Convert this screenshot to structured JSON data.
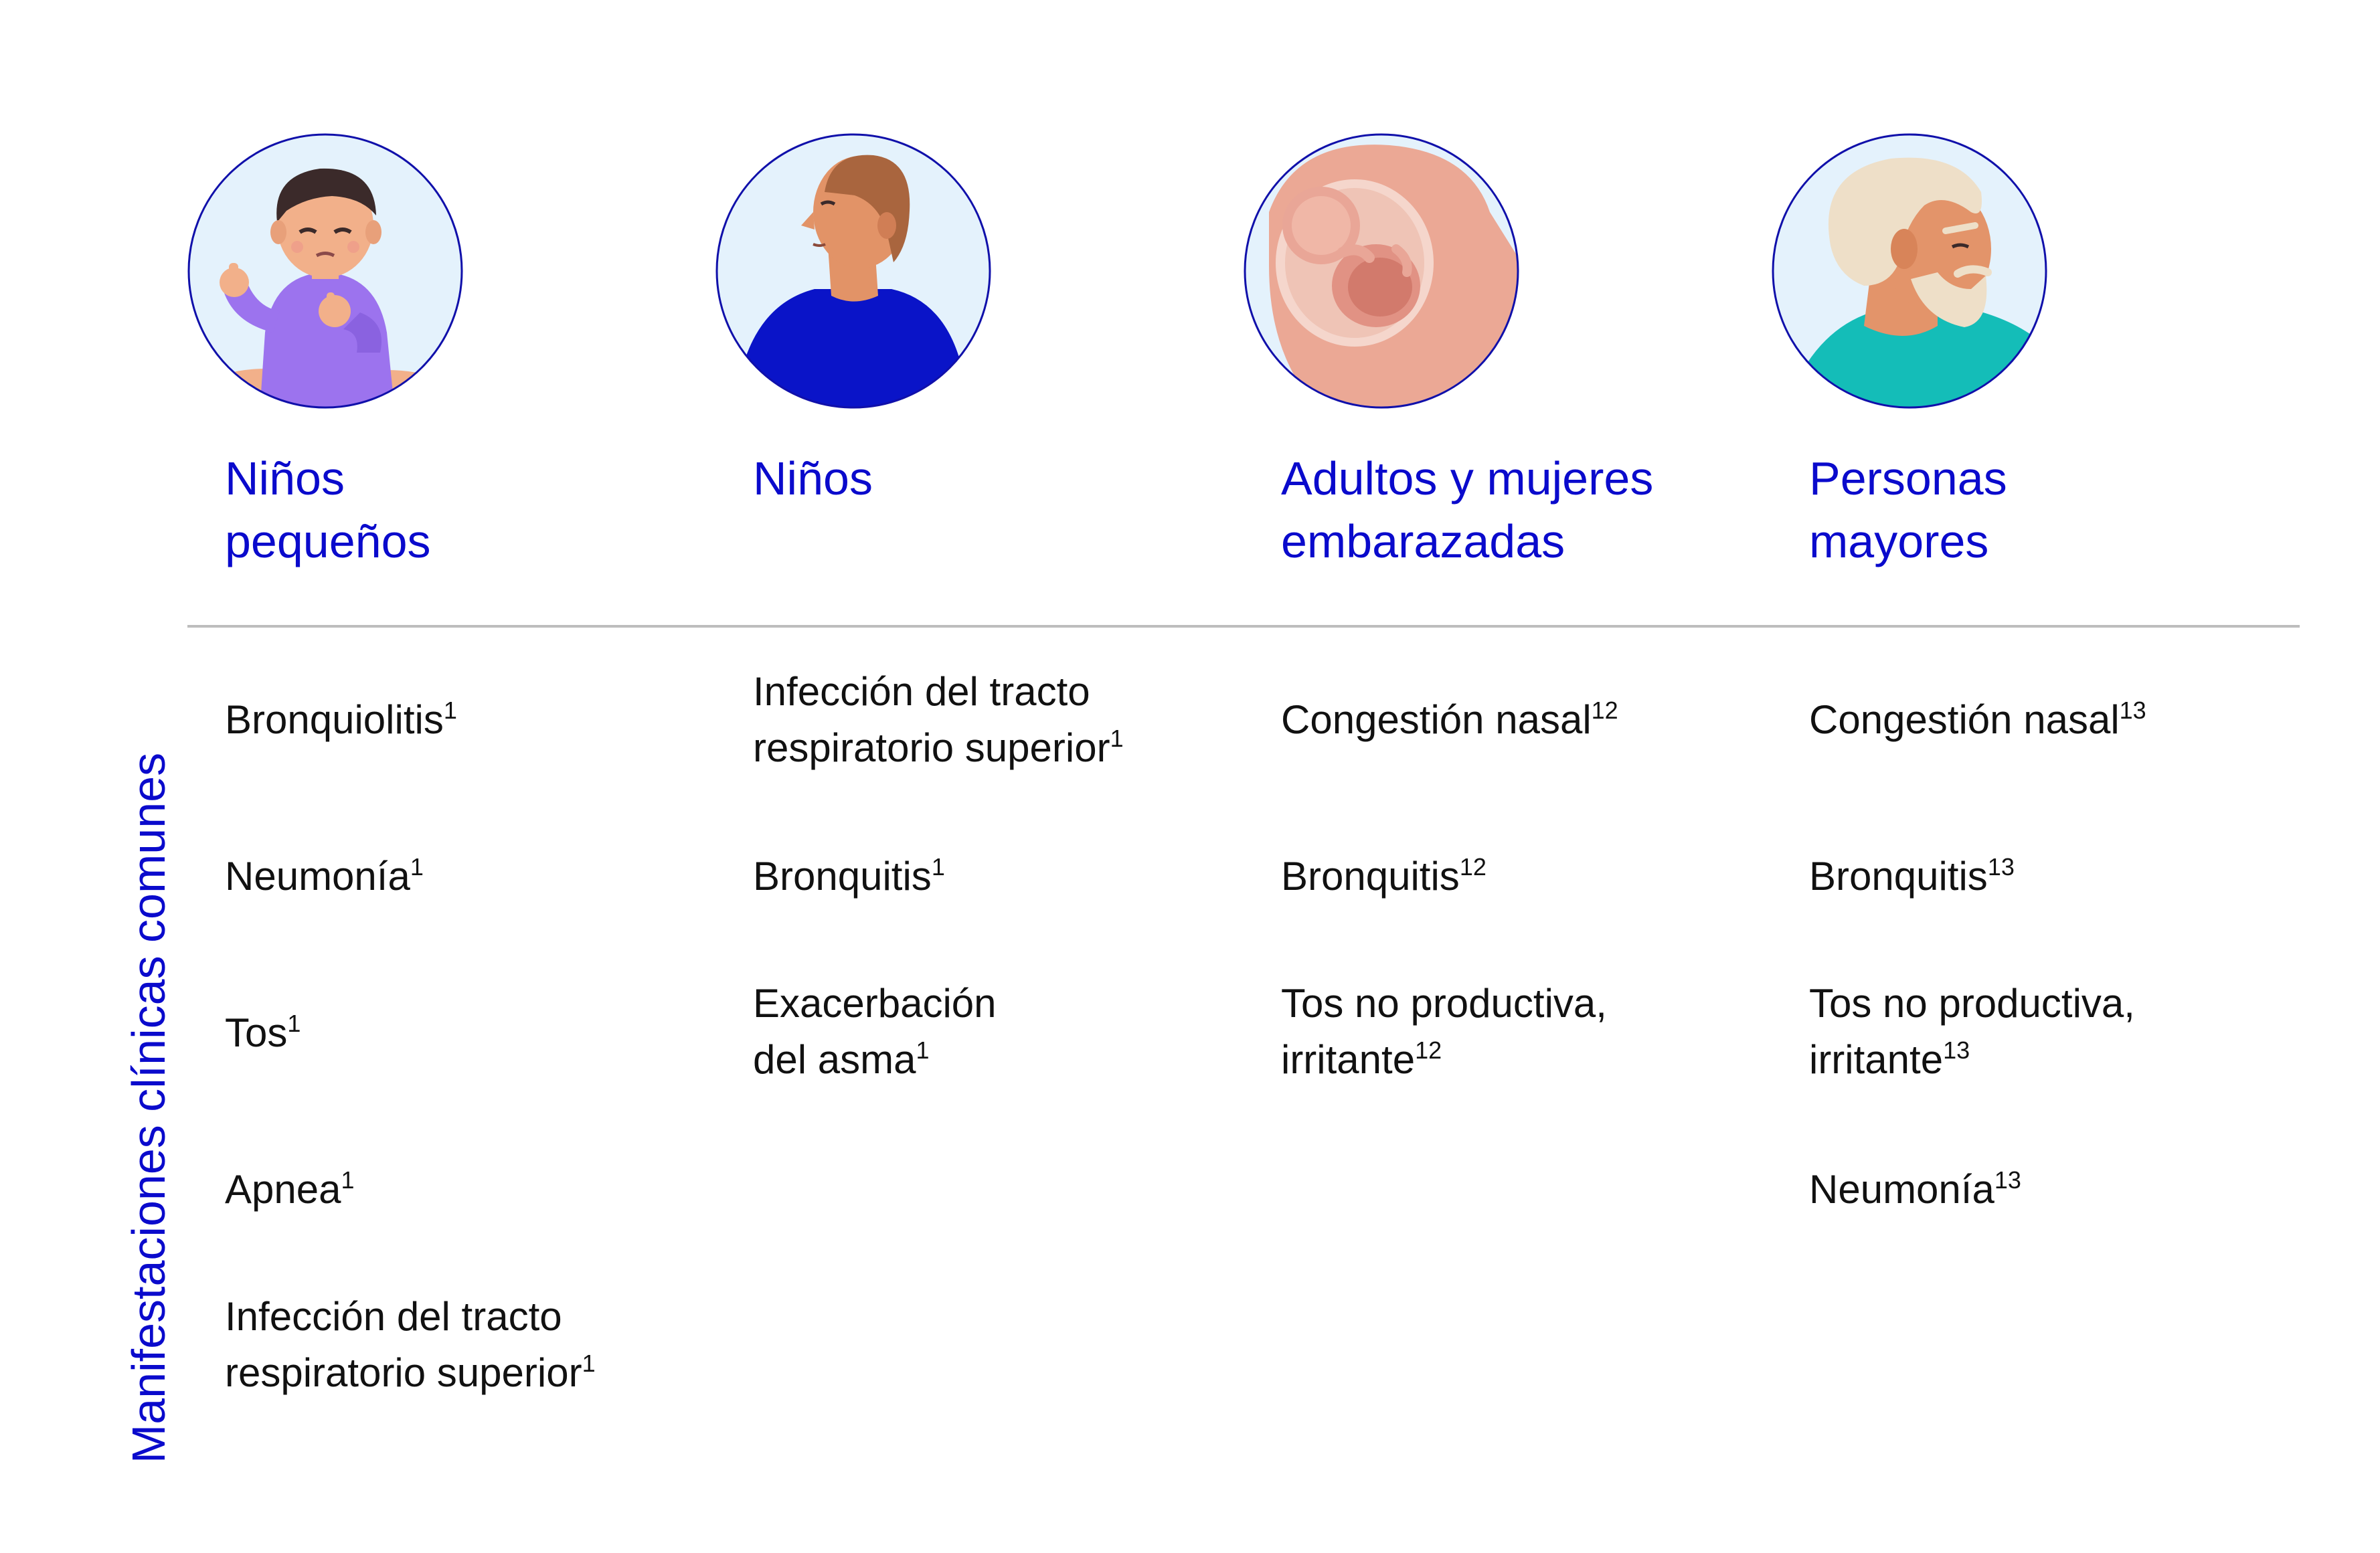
{
  "side_label": "Manifestaciones clínicas comunes",
  "colors": {
    "heading": "#0A0ACC",
    "text": "#111111",
    "divider": "#BDBDBD",
    "circle_fill": "#E4F2FC",
    "circle_border": "#1010AA"
  },
  "groups": [
    {
      "icon": "toddler-icon",
      "title_line1": "Niños",
      "title_line2": "pequeños",
      "items": [
        {
          "line1": "Bronquiolitis",
          "line2": "",
          "ref": "1"
        },
        {
          "line1": "Neumonía",
          "line2": "",
          "ref": "1"
        },
        {
          "line1": "Tos",
          "line2": "",
          "ref": "1"
        },
        {
          "line1": "Apnea",
          "line2": "",
          "ref": "1"
        },
        {
          "line1": "Infección del tracto",
          "line2": "respiratorio superior",
          "ref": "1"
        }
      ]
    },
    {
      "icon": "child-icon",
      "title_line1": "Niños",
      "title_line2": "",
      "items": [
        {
          "line1": "Infección del tracto",
          "line2": "respiratorio superior",
          "ref": "1"
        },
        {
          "line1": "Bronquitis",
          "line2": "",
          "ref": "1"
        },
        {
          "line1": "Exacerbación",
          "line2": "del asma",
          "ref": "1"
        }
      ]
    },
    {
      "icon": "pregnant-woman-icon",
      "title_line1": "Adultos y mujeres",
      "title_line2": "embarazadas",
      "items": [
        {
          "line1": "Congestión nasal",
          "line2": "",
          "ref": "12"
        },
        {
          "line1": "Bronquitis",
          "line2": "",
          "ref": "12"
        },
        {
          "line1": "Tos no productiva,",
          "line2": "irritante",
          "ref": "12"
        }
      ]
    },
    {
      "icon": "elderly-man-icon",
      "title_line1": "Personas",
      "title_line2": "mayores",
      "items": [
        {
          "line1": "Congestión nasal",
          "line2": "",
          "ref": "13"
        },
        {
          "line1": "Bronquitis",
          "line2": "",
          "ref": "13"
        },
        {
          "line1": "Tos no productiva,",
          "line2": "irritante",
          "ref": "13"
        },
        {
          "line1": "Neumonía",
          "line2": "",
          "ref": "13"
        }
      ]
    }
  ]
}
